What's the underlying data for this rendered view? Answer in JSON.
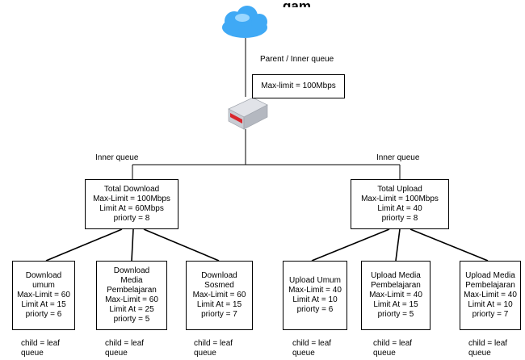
{
  "header": {
    "title_fragment": "gam"
  },
  "root": {
    "label": "Parent / Inner queue",
    "max_limit": "Max-limit = 100Mbps"
  },
  "inner_labels": {
    "left": "Inner queue",
    "right": "Inner queue"
  },
  "total_download": [
    "Total Download",
    "Max-Limit = 100Mbps",
    "Limit At = 60Mbps",
    "priorty = 8"
  ],
  "total_upload": [
    "Total Upload",
    "Max-Limit = 100Mbps",
    "Limit At = 40",
    "priorty = 8"
  ],
  "children": [
    [
      "Download",
      "umum",
      "Max-Limit = 60",
      "Limit At = 15",
      "priorty = 6"
    ],
    [
      "Download",
      "Media",
      "Pembelajaran",
      "Max-Limit = 60",
      "Limit At = 25",
      "priorty = 5"
    ],
    [
      "Download",
      "Sosmed",
      "Max-Limit = 60",
      "Limit At = 15",
      "priorty = 7"
    ],
    [
      "Upload Umum",
      "Max-Limit = 40",
      "Limit At = 10",
      "priorty = 6"
    ],
    [
      "Upload Media",
      "Pembelajaran",
      "Max-Limit = 40",
      "Limit At = 15",
      "priorty = 5"
    ],
    [
      "Upload Media",
      "Pembelajaran",
      "Max-Limit = 40",
      "Limit At = 10",
      "priorty = 7"
    ]
  ],
  "leaf_label": [
    "child = leaf",
    "queue"
  ],
  "colors": {
    "cloud": "#3fa9f5",
    "cloud_light": "#9ad7ff",
    "router_body": "#c9ccd3",
    "router_accent": "#d9262c"
  },
  "icons": {
    "cloud": "cloud-icon",
    "router": "router-icon"
  }
}
